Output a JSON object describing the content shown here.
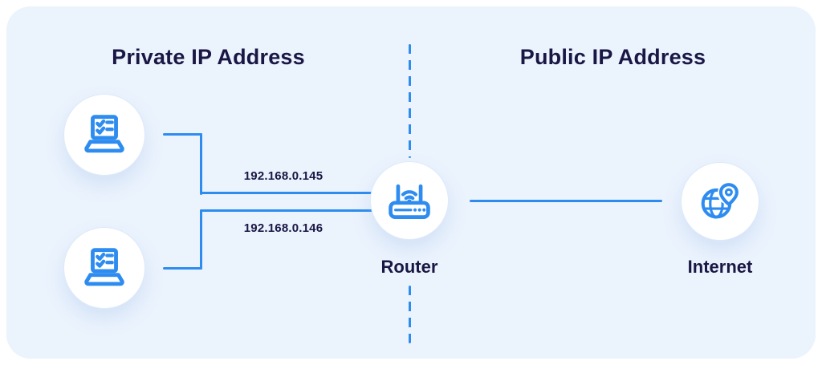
{
  "colors": {
    "accent": "#2e8cf0",
    "navy": "#1a1745",
    "board_bg": "#ebf3fd",
    "node_bg": "#ffffff"
  },
  "sections": {
    "private": {
      "title": "Private IP Address"
    },
    "public": {
      "title": "Public IP Address"
    }
  },
  "nodes": {
    "laptop_1": {
      "icon": "laptop-checklist-icon",
      "ip": "192.168.0.145"
    },
    "laptop_2": {
      "icon": "laptop-checklist-icon",
      "ip": "192.168.0.146"
    },
    "router": {
      "icon": "wifi-router-icon",
      "label": "Router"
    },
    "internet": {
      "icon": "globe-location-pin-icon",
      "label": "Internet"
    }
  }
}
